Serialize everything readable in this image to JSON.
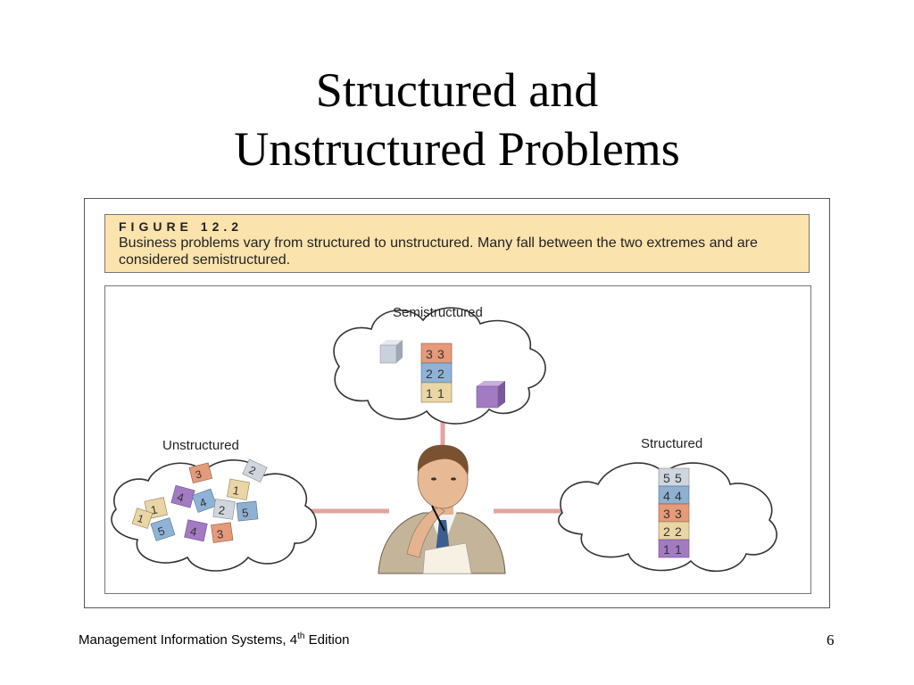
{
  "slide": {
    "title_line1": "Structured and",
    "title_line2": "Unstructured Problems"
  },
  "figure": {
    "label": "FIGURE 12.2",
    "caption": "Business problems vary from structured to unstructured. Many fall between the two extremes and are considered semistructured."
  },
  "diagram": {
    "semistructured_label": "Semistructured",
    "unstructured_label": "Unstructured",
    "structured_label": "Structured",
    "semistructured_blocks": [
      "3",
      "2",
      "1"
    ],
    "structured_blocks": [
      "5",
      "4",
      "3",
      "2",
      "1"
    ],
    "unstructured_blocks": [
      "1",
      "4",
      "4",
      "2",
      "5",
      "1",
      "3",
      "2",
      "5",
      "4",
      "3",
      "1"
    ],
    "colors": {
      "block_1": "#e9d6a4",
      "block_2": "#8fb3d6",
      "block_3": "#e59a79",
      "block_4": "#8fb0d0",
      "block_5": "#cfd6de",
      "block_purple": "#a27bc3",
      "block_grey": "#c9d1dc",
      "connector": "#e3a3a0",
      "caption_bg": "#fbe3ad"
    }
  },
  "footer": {
    "book_prefix": "Management Information Systems, 4",
    "book_sup": "th",
    "book_suffix": " Edition",
    "page_number": "6"
  }
}
